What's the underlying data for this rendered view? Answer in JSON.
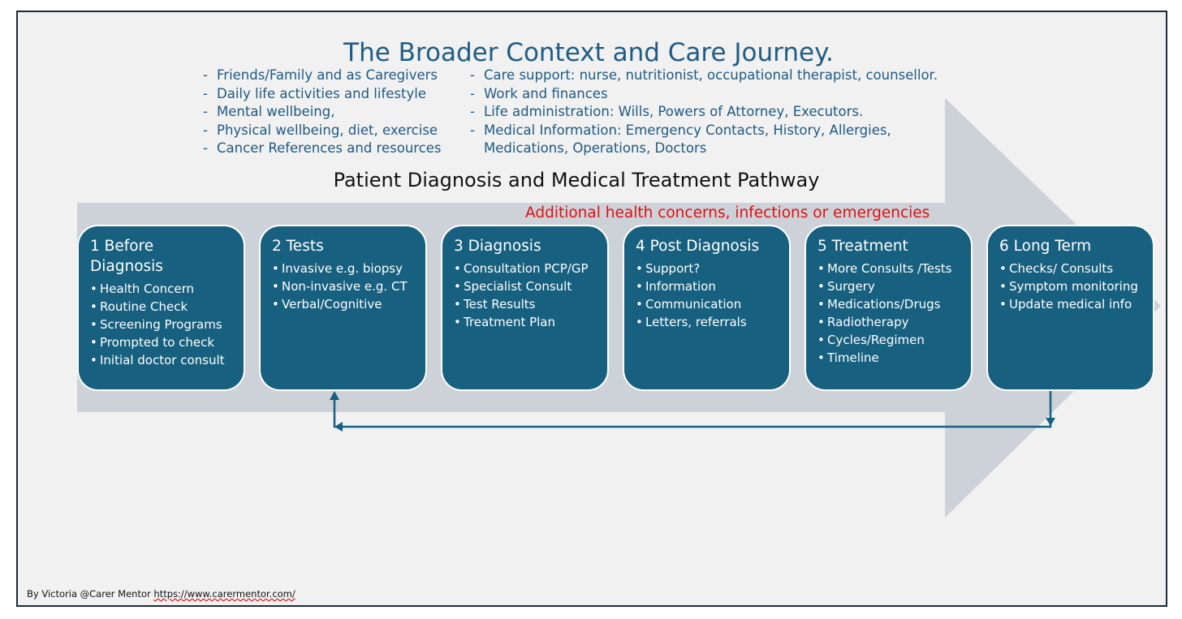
{
  "title": "The Broader Context and Care Journey.",
  "context_left": [
    "Friends/Family and as Caregivers",
    "Daily life activities and lifestyle",
    "Mental wellbeing,",
    "Physical wellbeing, diet, exercise",
    "Cancer References and resources"
  ],
  "context_right": [
    "Care support: nurse, nutritionist, occupational therapist, counsellor.",
    "Work and finances",
    "Life administration: Wills, Powers of Attorney, Executors.",
    "Medical Information: Emergency Contacts, History, Allergies, Medications, Operations, Doctors"
  ],
  "pathway_title": "Patient Diagnosis and Medical Treatment Pathway",
  "additional_concerns": "Additional health concerns, infections or emergencies",
  "stages": [
    {
      "title": "1 Before Diagnosis",
      "items": [
        "Health Concern",
        "Routine Check",
        "Screening Programs",
        "Prompted to check",
        "Initial doctor consult"
      ]
    },
    {
      "title": "2 Tests",
      "items": [
        "Invasive e.g. biopsy",
        "Non-invasive e.g. CT",
        "Verbal/Cognitive"
      ]
    },
    {
      "title": "3 Diagnosis",
      "items": [
        "Consultation PCP/GP",
        "Specialist Consult",
        "Test Results",
        "Treatment Plan"
      ]
    },
    {
      "title": "4 Post Diagnosis",
      "items": [
        "Support?",
        "Information",
        "Communication",
        "Letters, referrals"
      ]
    },
    {
      "title": "5 Treatment",
      "items": [
        "More Consults /Tests",
        "Surgery",
        "Medications/Drugs",
        "Radiotherapy",
        "Cycles/Regimen",
        "Timeline"
      ]
    },
    {
      "title": "6 Long Term",
      "items": [
        "Checks/ Consults",
        "Symptom monitoring",
        "Update medical info"
      ]
    }
  ],
  "footer": {
    "prefix": "By Victoria @Carer Mentor ",
    "url": "https://www.carermentor.com/"
  },
  "colors": {
    "box_fill": "#17607f",
    "title_blue": "#1f5c86",
    "arrow_grey": "#cdd1d8",
    "alert_red": "#e01010"
  }
}
